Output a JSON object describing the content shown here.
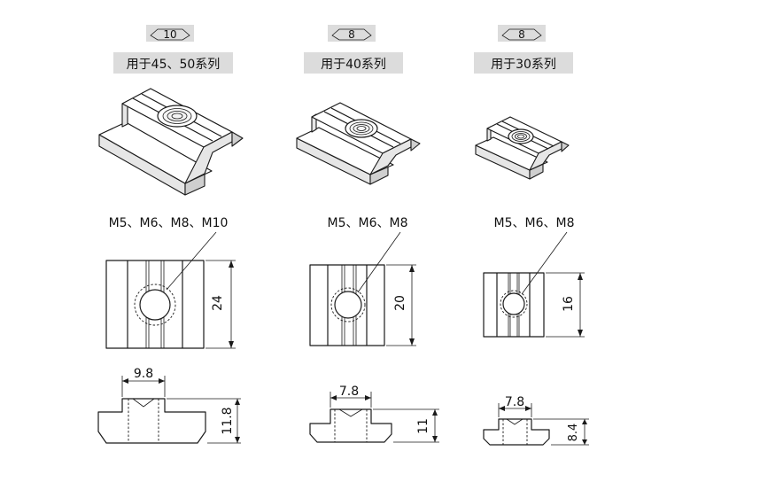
{
  "columns": [
    {
      "slot_width": "10",
      "series_label": "用于45、50系列",
      "thread_sizes": "M5、M6、M8、M10",
      "height_dim": "24",
      "neck_width_dim": "9.8",
      "total_height_dim": "11.8"
    },
    {
      "slot_width": "8",
      "series_label": "用于40系列",
      "thread_sizes": "M5、M6、M8",
      "height_dim": "20",
      "neck_width_dim": "7.8",
      "total_height_dim": "11"
    },
    {
      "slot_width": "8",
      "series_label": "用于30系列",
      "thread_sizes": "M5、M6、M8",
      "height_dim": "16",
      "neck_width_dim": "7.8",
      "total_height_dim": "8.4"
    }
  ],
  "colors": {
    "label_bg": "#dcdcdc",
    "line": "#1a1a1a"
  }
}
